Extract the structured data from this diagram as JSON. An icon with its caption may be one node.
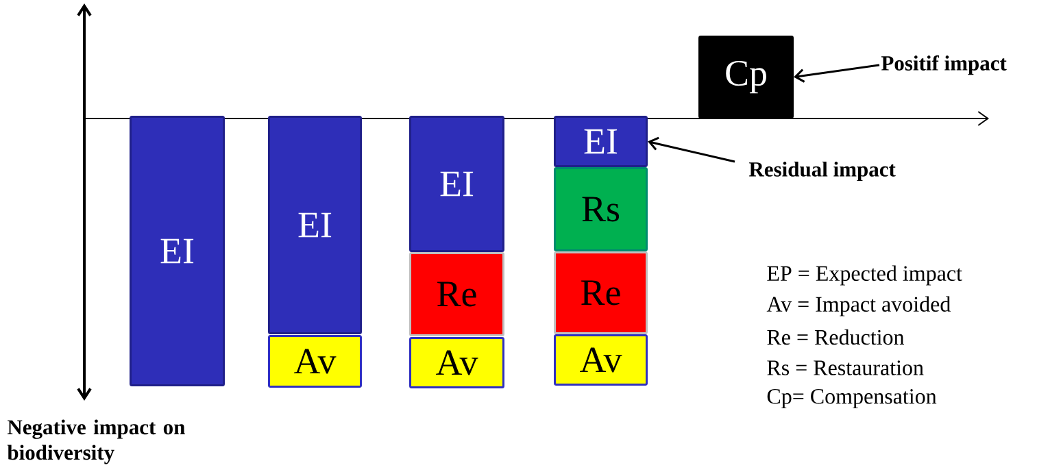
{
  "diagram": {
    "nodes": [
      {
        "text": [
          "EI"
        ]
      },
      {
        "text": [
          "EI"
        ]
      },
      {
        "text": [
          "Av"
        ]
      },
      {
        "text": [
          "EI"
        ]
      },
      {
        "text": [
          "Re"
        ]
      },
      {
        "text": [
          "Av"
        ]
      },
      {
        "text": [
          "EI"
        ]
      },
      {
        "text": [
          "Rs"
        ]
      },
      {
        "text": [
          "Re"
        ]
      },
      {
        "text": [
          "Av"
        ]
      },
      {
        "text": [
          "Cp"
        ]
      },
      {
        "text": [
          "Positif impact"
        ]
      },
      {
        "text": [
          "Residual impact"
        ]
      }
    ],
    "edges": [
      {
        "from": 11,
        "to": 10,
        "arrow": "to"
      },
      {
        "from": 12,
        "to": 6,
        "arrow": "to"
      }
    ],
    "labels": [
      "Negative impact on biodiversity",
      "EP = Expected impact",
      "Av = Impact avoided",
      "Re = Reduction",
      "Rs = Restauration",
      "Cp= Compensation"
    ]
  }
}
